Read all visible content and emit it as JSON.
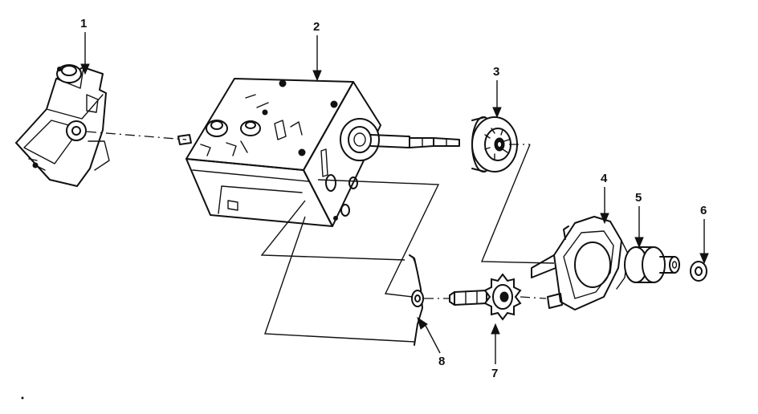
{
  "diagram": {
    "callouts": [
      {
        "id": "1"
      },
      {
        "id": "2"
      },
      {
        "id": "3"
      },
      {
        "id": "4"
      },
      {
        "id": "5"
      },
      {
        "id": "6"
      },
      {
        "id": "7"
      },
      {
        "id": "8"
      }
    ]
  }
}
